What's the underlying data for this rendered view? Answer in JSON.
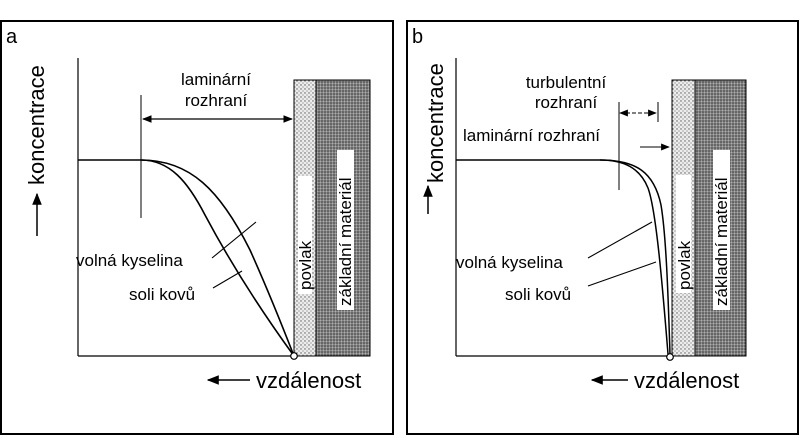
{
  "panels": [
    {
      "letter": "a",
      "ylabel": "koncentrace",
      "xlabel": "vzdálenost",
      "boundary_label_line1": "laminární",
      "boundary_label_line2": "rozhraní",
      "coating_label": "povlak",
      "base_label": "základní materiál",
      "curve1_label": "volná kyselina",
      "curve2_label": "soli kovů"
    },
    {
      "letter": "b",
      "ylabel": "koncentrace",
      "xlabel": "vzdálenost",
      "turbulent_label_line1": "turbulentní",
      "turbulent_label_line2": "rozhraní",
      "laminar_label": "laminární rozhraní",
      "coating_label": "povlak",
      "base_label": "základní materiál",
      "curve1_label": "volná kyselina",
      "curve2_label": "soli kovů"
    }
  ]
}
